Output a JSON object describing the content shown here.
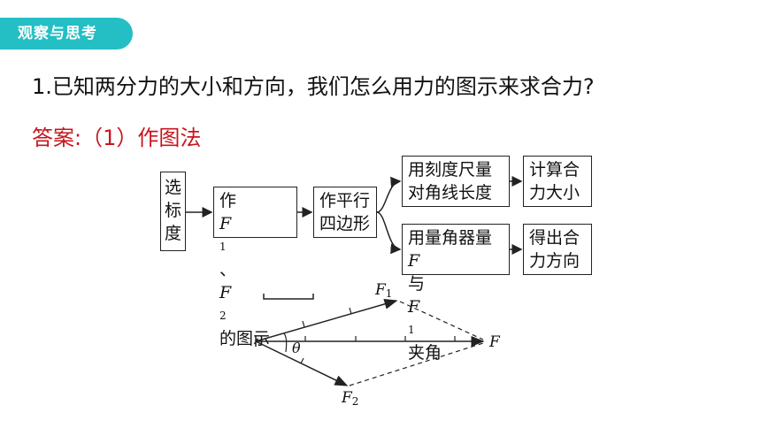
{
  "section_tag": "观察与思考",
  "question": "1.已知两分力的大小和方向，我们怎么用力的图示来求合力?",
  "answer": "答案:（1）作图法",
  "flow": {
    "step1": [
      "选",
      "标",
      "度"
    ],
    "step2_line1_a": "作",
    "step2_f": "F",
    "step2_sub1": "1",
    "step2_sep": "、",
    "step2_sub2": "2",
    "step2_line2": "的图示",
    "step3": [
      "作平行",
      "四边形"
    ],
    "branch_top": [
      "用刻度尺量",
      "对角线长度"
    ],
    "branch_top_result": [
      "计算合",
      "力大小"
    ],
    "branch_bottom_line1": "用量角器量",
    "branch_bottom_f": "F",
    "branch_bottom_mid": "与",
    "branch_bottom_f1": "F",
    "branch_bottom_sub": "1",
    "branch_bottom_end": "夹角",
    "branch_bottom_result": [
      "得出合",
      "力方向"
    ]
  },
  "diagram": {
    "f_label": "F",
    "f1_label": "F",
    "f1_sub": "1",
    "f2_label": "F",
    "f2_sub": "2",
    "theta": "θ"
  }
}
